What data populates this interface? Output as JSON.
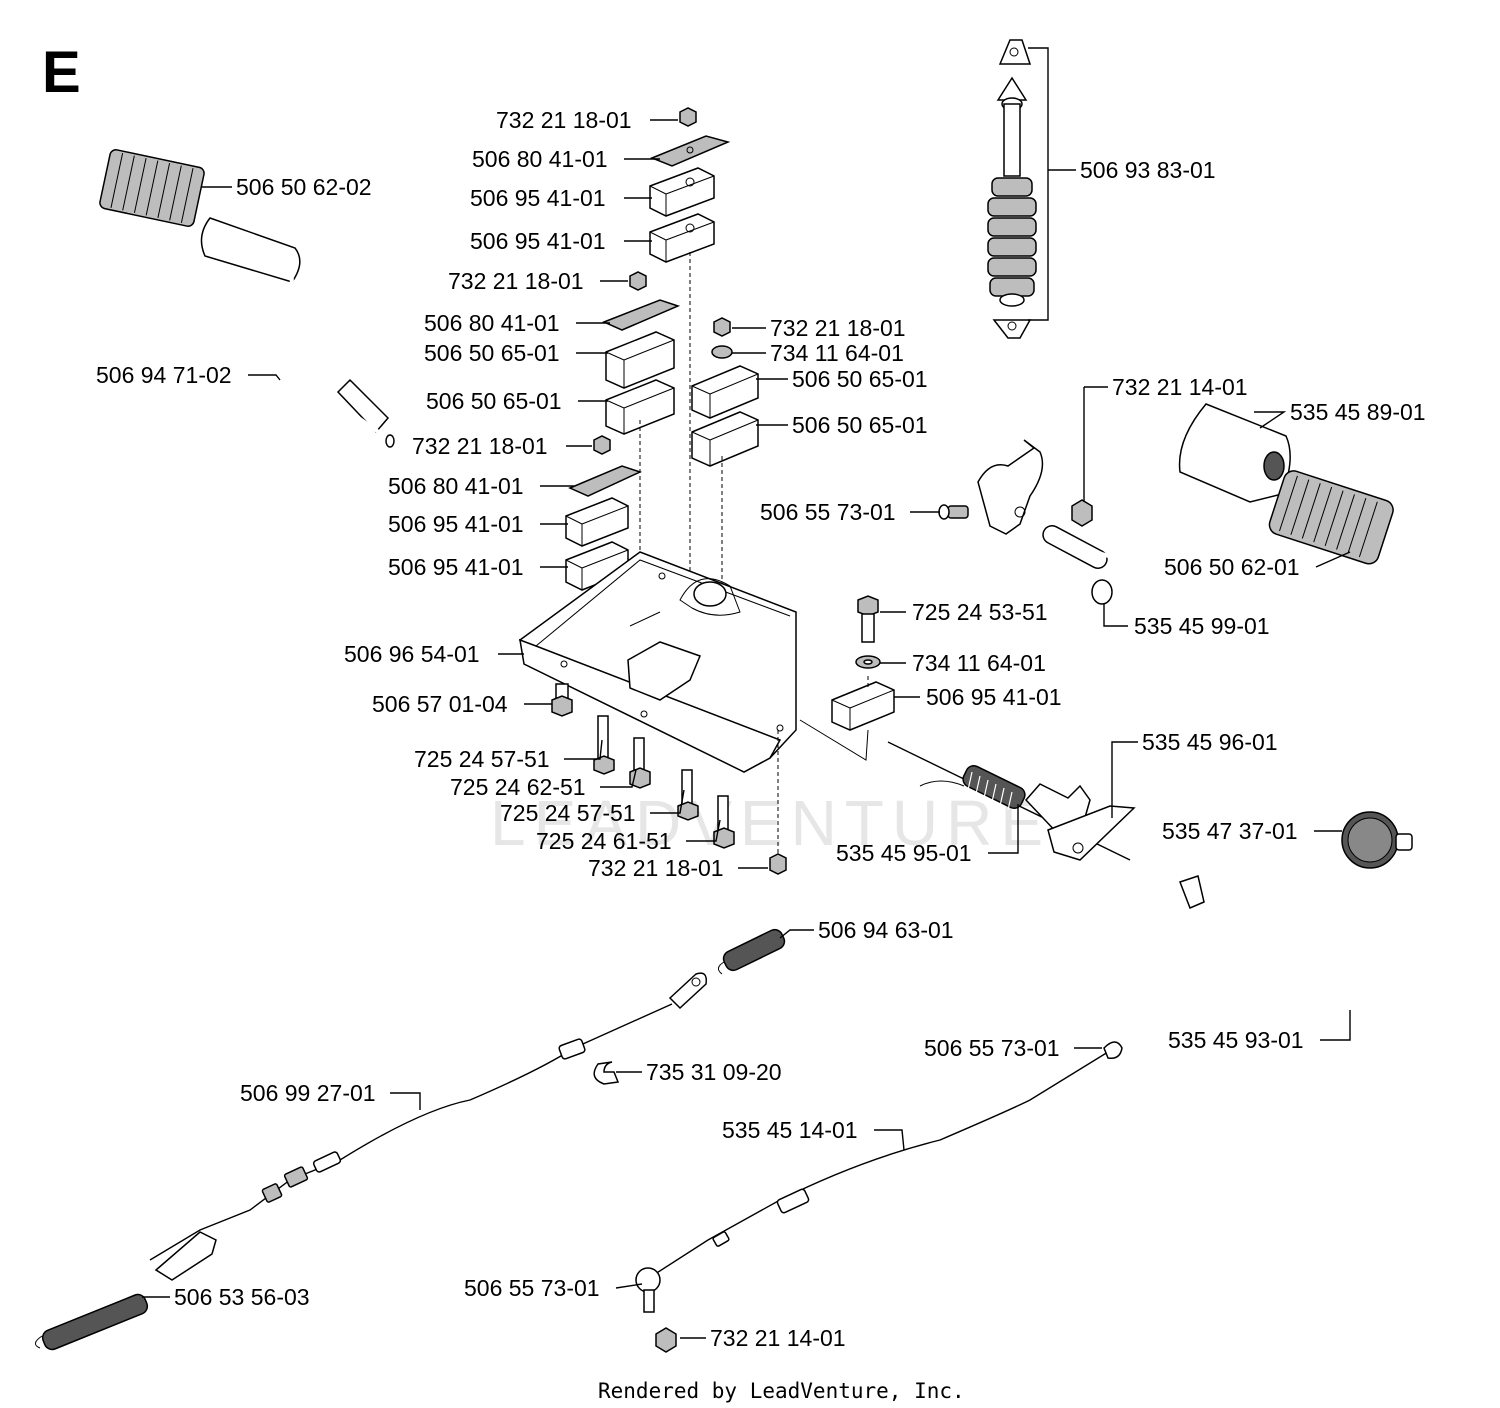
{
  "section_letter": "E",
  "watermark": "LEADVENTURE",
  "credit": "Rendered by LeadVenture, Inc.",
  "part_labels": [
    "732 21 18-01",
    "506 80 41-01",
    "506 95 41-01",
    "506 95 41-01",
    "732 21 18-01",
    "506 80 41-01",
    "506 50 65-01",
    "506 50 65-01",
    "732 21 18-01",
    "506 80 41-01",
    "506 95 41-01",
    "506 95 41-01",
    "732 21 18-01",
    "734 11 64-01",
    "506 50 65-01",
    "506 50 65-01",
    "506 50 62-02",
    "506 94 71-02",
    "506 93 83-01",
    "732 21 14-01",
    "535 45 89-01",
    "506 55 73-01",
    "506 50 62-01",
    "535 45 99-01",
    "725 24 53-51",
    "734 11 64-01",
    "506 95 41-01",
    "506 96 54-01",
    "506 57 01-04",
    "725 24 57-51",
    "725 24 62-51",
    "725 24 57-51",
    "725 24 61-51",
    "732 21 18-01",
    "535 45 96-01",
    "535 47 37-01",
    "535 45 95-01",
    "506 94 63-01",
    "535 45 93-01",
    "506 55 73-01",
    "735 31 09-20",
    "506 99 27-01",
    "535 45 14-01",
    "506 55 73-01",
    "506 53 56-03",
    "732 21 14-01"
  ]
}
